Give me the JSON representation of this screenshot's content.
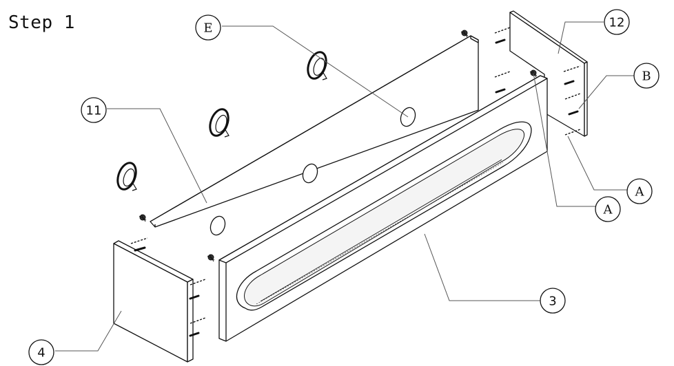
{
  "title": "Step 1",
  "callouts": {
    "c4": "4",
    "c3": "3",
    "c11": "11",
    "c12": "12",
    "cE": "E",
    "cB": "B",
    "cA1": "A",
    "cA2": "A"
  },
  "colors": {
    "ink": "#111111",
    "leader": "#555555",
    "panel": "#ffffff"
  }
}
